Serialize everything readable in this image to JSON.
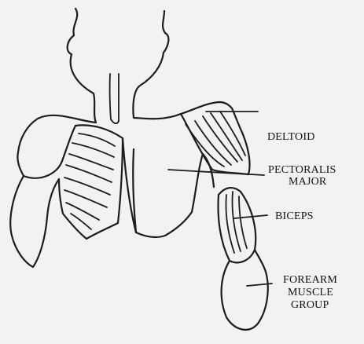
{
  "labels": {
    "deltoid": "DELTOID",
    "pectoralis_1": "PECTORALIS",
    "pectoralis_2": "MAJOR",
    "biceps": "BICEPS",
    "forearm_1": "FOREARM",
    "forearm_2": "MUSCLE",
    "forearm_3": "GROUP"
  }
}
